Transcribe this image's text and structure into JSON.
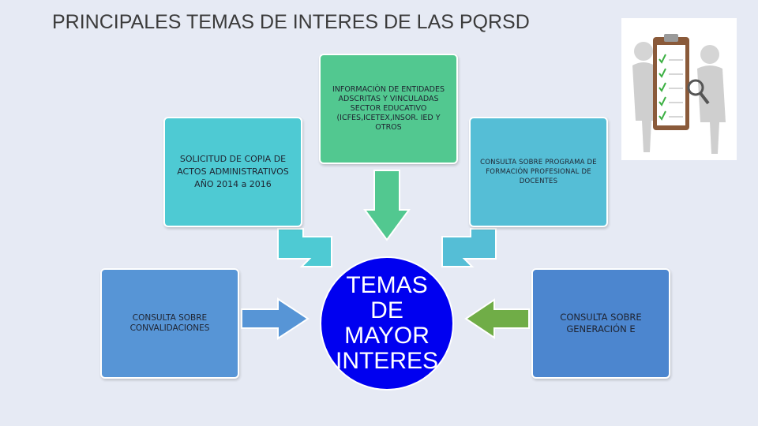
{
  "slide": {
    "title": "PRINCIPALES TEMAS DE INTERES DE LAS PQRSD"
  },
  "center": {
    "label": "TEMAS DE MAYOR INTERES",
    "color": "#0000f0"
  },
  "topics": {
    "top": "INFORMACIÒN DE ENTIDADES ADSCRITAS Y VINCULADAS SECTOR EDUCATIVO (ICFES,ICETEX,INSOR. IED Y OTROS",
    "left": "SOLICITUD DE COPIA DE ACTOS ADMINISTRATIVOS AÑO 2014 a 2016",
    "right": "CONSULTA SOBRE PROGRAMA DE FORMACIÓN PROFESIONAL DE DOCENTES",
    "bottom_left": "CONSULTA SOBRE CONVALIDACIONES",
    "bottom_right": "CONSULTA SOBRE GENERACIÓN E"
  },
  "colors": {
    "top": "#52c890",
    "left": "#4ecad3",
    "right": "#55bed6",
    "bottom_left": "#5795d6",
    "bottom_right": "#4c86cf",
    "arrow_green": "#70ad47"
  },
  "icons": {
    "clipart": "checklist-clipboard-icon"
  }
}
